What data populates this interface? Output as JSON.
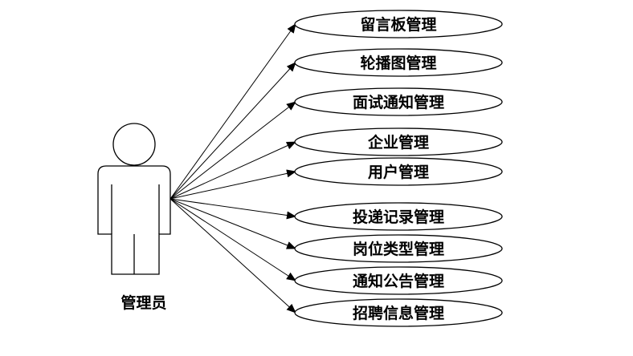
{
  "diagram": {
    "actor": {
      "label": "管理员"
    },
    "use_cases": [
      {
        "label": "留言板管理"
      },
      {
        "label": "轮播图管理"
      },
      {
        "label": "面试通知管理"
      },
      {
        "label": "企业管理"
      },
      {
        "label": "用户管理"
      },
      {
        "label": "投递记录管理"
      },
      {
        "label": "岗位类型管理"
      },
      {
        "label": "通知公告管理"
      },
      {
        "label": "招聘信息管理"
      }
    ]
  }
}
